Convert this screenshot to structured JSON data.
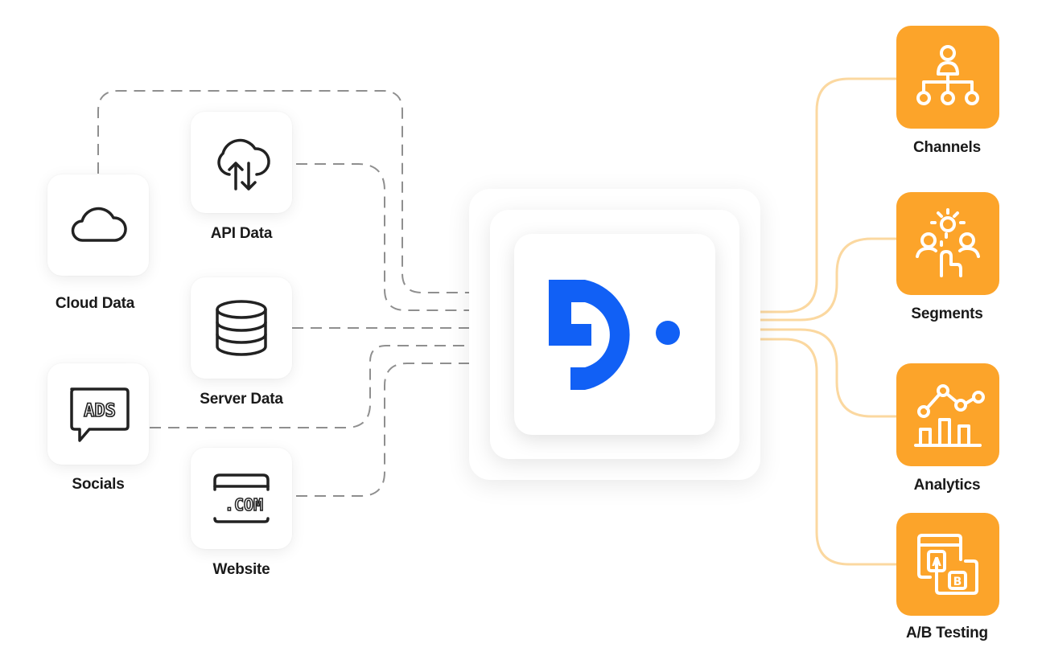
{
  "diagram": {
    "hub": {
      "logo_icon": "brand-d-logo",
      "brand_color": "#1160f5"
    },
    "sources": [
      {
        "label": "Cloud Data",
        "icon": "cloud-icon"
      },
      {
        "label": "API Data",
        "icon": "cloud-sync-icon"
      },
      {
        "label": "Server Data",
        "icon": "database-icon"
      },
      {
        "label": "Socials",
        "icon": "ads-chat-icon"
      },
      {
        "label": "Website",
        "icon": "website-com-icon"
      }
    ],
    "outputs": [
      {
        "label": "Channels",
        "icon": "hierarchy-icon"
      },
      {
        "label": "Segments",
        "icon": "audience-segment-icon"
      },
      {
        "label": "Analytics",
        "icon": "analytics-chart-icon"
      },
      {
        "label": "A/B Testing",
        "icon": "ab-test-icon"
      }
    ],
    "colors": {
      "output_card": "#fca42a",
      "output_line": "#fbd8a0",
      "source_line": "#8f8f8f",
      "icon_stroke": "#222222"
    }
  }
}
